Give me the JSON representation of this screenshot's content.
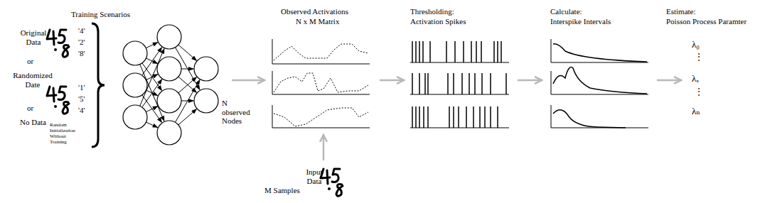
{
  "diagram": {
    "labels": [
      "Training Scenarios",
      "Original Data",
      "or",
      "'4'",
      "'2'",
      "'8'",
      "Randomized Date",
      "'1'",
      "'5'",
      "'4'",
      "or",
      "No Data",
      "Random Initialization Without Training",
      "N observed Nodes",
      "Observed Activations",
      "N x M Matrix",
      "Input Data",
      "M Samples",
      "Thresholding:",
      "Activation Spikes",
      "Calculate:",
      "Interspike Intervals",
      "Estimate:",
      "Poisson Process Paramter",
      "λ₀",
      "⋮",
      "λₓ",
      "⋮",
      "λₙ"
    ]
  }
}
